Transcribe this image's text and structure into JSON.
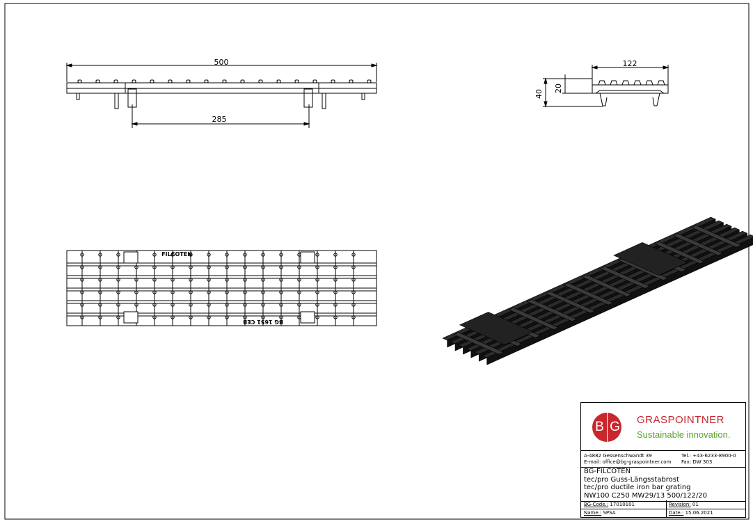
{
  "dimensions": {
    "overall_length": "500",
    "spacing": "285",
    "width": "122",
    "height_total": "40",
    "height_grating": "20"
  },
  "plan_view": {
    "marking_top": "FILCOTEN",
    "marking_bottom": "BG 1651 CEB"
  },
  "title_block": {
    "logo_left": "B",
    "logo_right": "G",
    "brand": "GRASPOINTNER",
    "tagline": "Sustainable innovation.",
    "address_line": "A-4882  Gessenschwandt 39",
    "tel": "Tel.: +43-6233-8900-0",
    "email": "E-mail: office@bg-graspointner.com",
    "fax": "Fax:  DW 303",
    "product_name": "BG-FILCOTEN",
    "desc_de": "tec/pro Guss-Längsstabrost",
    "desc_en": "tec/pro ductile iron bar grating",
    "spec": "NW100 C250 MW29/13 500/122/20",
    "bg_code_label": "BG-Code.:",
    "bg_code": "17010101",
    "revision_label": "Revision:",
    "revision": "01",
    "name_label": "Name.:",
    "name": "SPSA",
    "date_label": "Date.:",
    "date": "15.06.2021"
  },
  "colors": {
    "brand_red": "#c8272d",
    "brand_green": "#5aa02c"
  }
}
